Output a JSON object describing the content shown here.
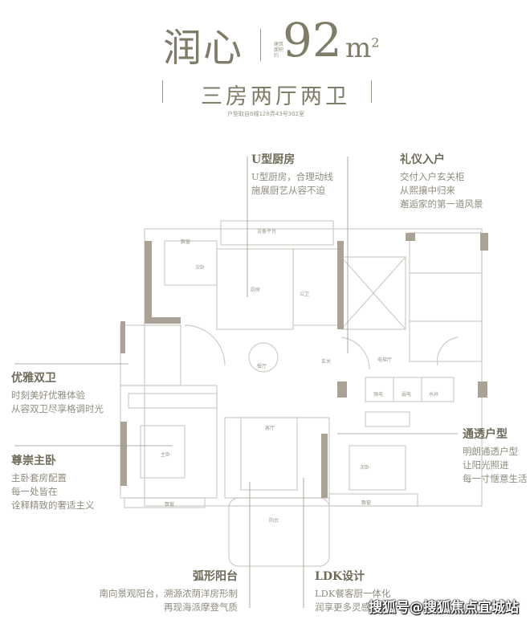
{
  "header": {
    "name": "润心",
    "area_value": "92",
    "area_unit": "m",
    "area_sup": "2",
    "area_label": [
      "建筑",
      "面积",
      "约"
    ],
    "layout": "三房两厅两卫",
    "source_note": "户型取自6幢128弄43号302室"
  },
  "callouts": [
    {
      "title": "U型厨房",
      "lines": [
        "U型厨房，合理动线",
        "施展厨艺从容不迫"
      ]
    },
    {
      "title": "礼仪入户",
      "lines": [
        "交付入户玄关柜",
        "从熙攘中归来",
        "邂逅家的第一道风景"
      ]
    },
    {
      "title": "优雅双卫",
      "lines": [
        "时刻美好优雅体验",
        "从容双卫尽享格调时光"
      ]
    },
    {
      "title": "尊崇主卧",
      "lines": [
        "主卧套房配置",
        "每一处皆在",
        "诠释精致的奢适主义"
      ]
    },
    {
      "title": "通透户型",
      "lines": [
        "明朗通透户型",
        "让阳光照进",
        "每一寸惬意生活"
      ]
    },
    {
      "title": "弧形阳台",
      "lines": [
        "南向景观阳台，溯源浓荫洋房形制",
        "再现海派摩登气质"
      ]
    },
    {
      "title": "LDK设计",
      "lines": [
        "LDK餐客厨一体化",
        "润享更多灵感空间"
      ]
    }
  ],
  "rooms": {
    "bay1": "飘窗",
    "bed2": "次卧",
    "platform": "设备平台",
    "kitchen": "厨房",
    "bath": "公卫",
    "dining": "餐厅",
    "foyer": "玄关",
    "lift": "电梯厅",
    "strong": "强电",
    "weak": "弱电",
    "water": "水井",
    "master": "主卧",
    "living": "客厅",
    "balcony": "阳台",
    "bed3": "次卧",
    "bay2": "飘窗",
    "bay3": "飘窗"
  },
  "watermark": "搜狐号@搜狐焦点宜城站",
  "colors": {
    "text": "#7f7c68",
    "wall": "#a9a295",
    "line": "#cfccc4"
  }
}
